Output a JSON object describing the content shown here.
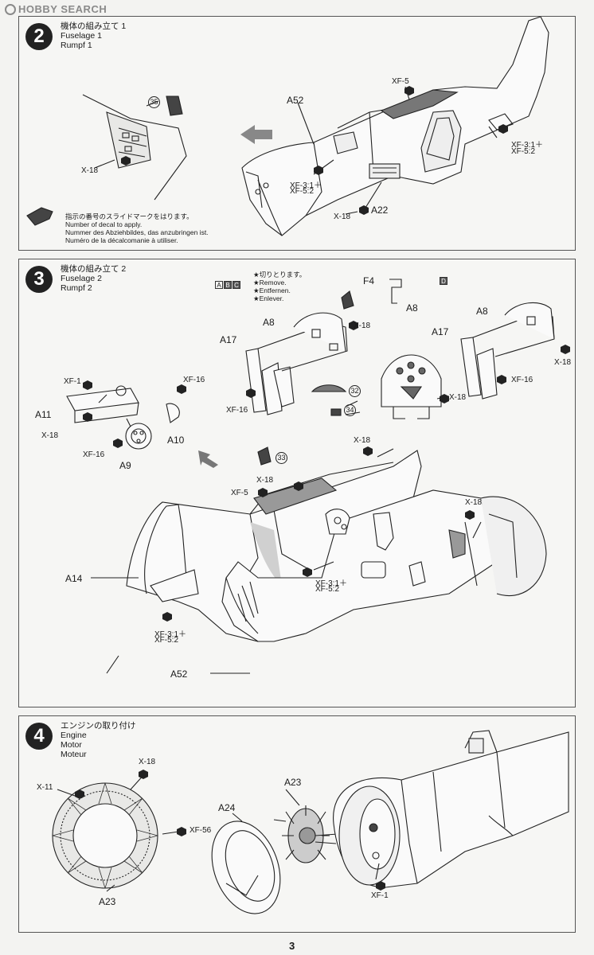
{
  "watermark": "HOBBY SEARCH",
  "page_number": "3",
  "step2": {
    "number": "2",
    "title_ja": "機体の組み立て 1",
    "title_en": "Fuselage 1",
    "title_de": "Rumpf 1",
    "decal_note": [
      "指示の番号のスライドマークをはります。",
      "Number of decal to apply.",
      "Nummer des Abziehbildes, das anzubringen ist.",
      "Numéro de la décalcomanie à utiliser."
    ],
    "labels": {
      "decal35": "35",
      "x18a": "X-18",
      "a52": "A52",
      "xf5": "XF-5",
      "xf3a": "XF-3:1＋",
      "xf52a": "XF-5:2",
      "xf3b": "XF-3:1＋",
      "xf52b": "XF-5:2",
      "x18b": "X-18",
      "a22": "A22"
    }
  },
  "step3": {
    "number": "3",
    "title_ja": "機体の組み立て 2",
    "title_en": "Fuselage 2",
    "title_de": "Rumpf 2",
    "versions": [
      "A",
      "B",
      "C"
    ],
    "version_d": "D",
    "remove_note": [
      "★切りとります。",
      "★Remove.",
      "★Entfernen.",
      "★Enlever."
    ],
    "labels": {
      "f4": "F4",
      "a8a": "A8",
      "a8b": "A8",
      "a8c": "A8",
      "x18a": "X-18",
      "a17a": "A17",
      "a17b": "A17",
      "x18b": "X-18",
      "xf16a": "XF-16",
      "xf16b": "XF-16",
      "decal32": "32",
      "decal34": "34",
      "x18c": "X-18",
      "xf1": "XF-1",
      "xf16c": "XF-16",
      "a11": "A11",
      "x18d": "X-18",
      "a10": "A10",
      "xf16d": "XF-16",
      "a9": "A9",
      "x18e": "X-18",
      "decal33": "33",
      "x18f": "X-18",
      "xf5": "XF-5",
      "x18g": "X-18",
      "a14": "A14",
      "xf3a": "XF-3:1＋",
      "xf52a": "XF-5:2",
      "xf3b": "XF-3:1＋",
      "xf52b": "XF-5:2",
      "a52": "A52"
    }
  },
  "step4": {
    "number": "4",
    "title_ja": "エンジンの取り付け",
    "title_en": "Engine",
    "title_de": "Motor",
    "title_fr": "Moteur",
    "labels": {
      "x18": "X-18",
      "x11": "X-11",
      "xf56": "XF-56",
      "a23a": "A23",
      "a23b": "A23",
      "a24": "A24",
      "xf1": "XF-1"
    }
  }
}
